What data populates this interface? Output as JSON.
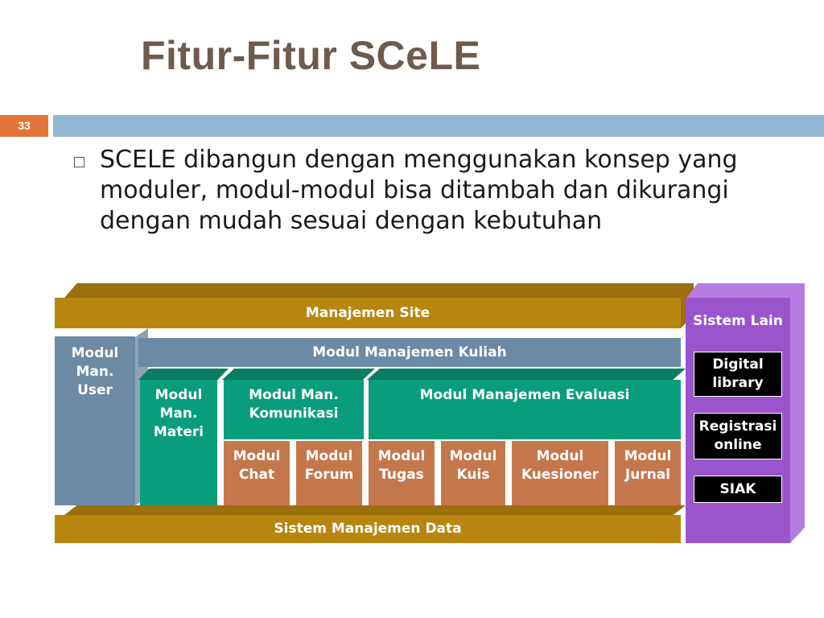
{
  "slide": {
    "title": "Fitur-Fitur SCeLE",
    "page_number": "33",
    "bullet": "SCELE dibangun dengan menggunakan konsep yang moduler, modul-modul bisa ditambah dan dikurangi dengan mudah sesuai dengan kebutuhan"
  },
  "diagram": {
    "manajemen_site": "Manajemen Site",
    "modul_man_user": "Modul Man. User",
    "modul_manajemen_kuliah": "Modul Manajemen Kuliah",
    "modul_man_materi": "Modul Man. Materi",
    "modul_man_komunikasi": "Modul Man. Komunikasi",
    "modul_manajemen_evaluasi": "Modul Manajemen Evaluasi",
    "modules": [
      {
        "label": "Modul Chat"
      },
      {
        "label": "Modul Forum"
      },
      {
        "label": "Modul Tugas"
      },
      {
        "label": "Modul Kuis"
      },
      {
        "label": "Modul Kuesioner"
      },
      {
        "label": "Modul Jurnal"
      }
    ],
    "sistem_manajemen_data": "Sistem Manajemen Data",
    "sistem_lain": {
      "title": "Sistem Lain",
      "items": [
        "Digital library",
        "Registrasi online",
        "SIAK"
      ]
    }
  },
  "colors": {
    "title": "#6f5a4f",
    "accent_orange": "#e4743a",
    "accent_blue": "#93b6d2",
    "gold": "#b8860f",
    "slate": "#6d8aa4",
    "green": "#0a9d7b",
    "orange_module": "#c5774c",
    "purple": "#9b55cc"
  }
}
